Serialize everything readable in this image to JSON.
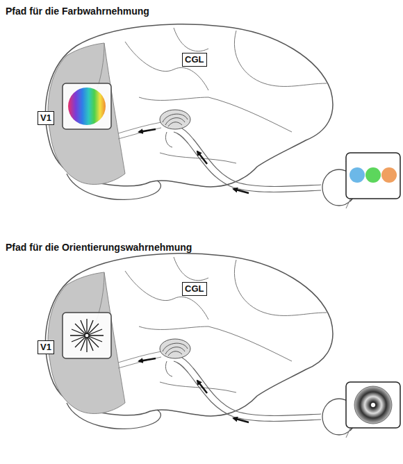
{
  "diagram": {
    "nodes": [
      {
        "text": [
          "V1"
        ]
      },
      {
        "text": [
          "CGL"
        ]
      },
      {
        "text": [
          "V1"
        ]
      },
      {
        "text": [
          "CGL"
        ]
      }
    ],
    "labels": [
      "Pfad für die Farbwahrnehmung",
      "Pfad für die Orientierungswahrnehmung"
    ]
  }
}
